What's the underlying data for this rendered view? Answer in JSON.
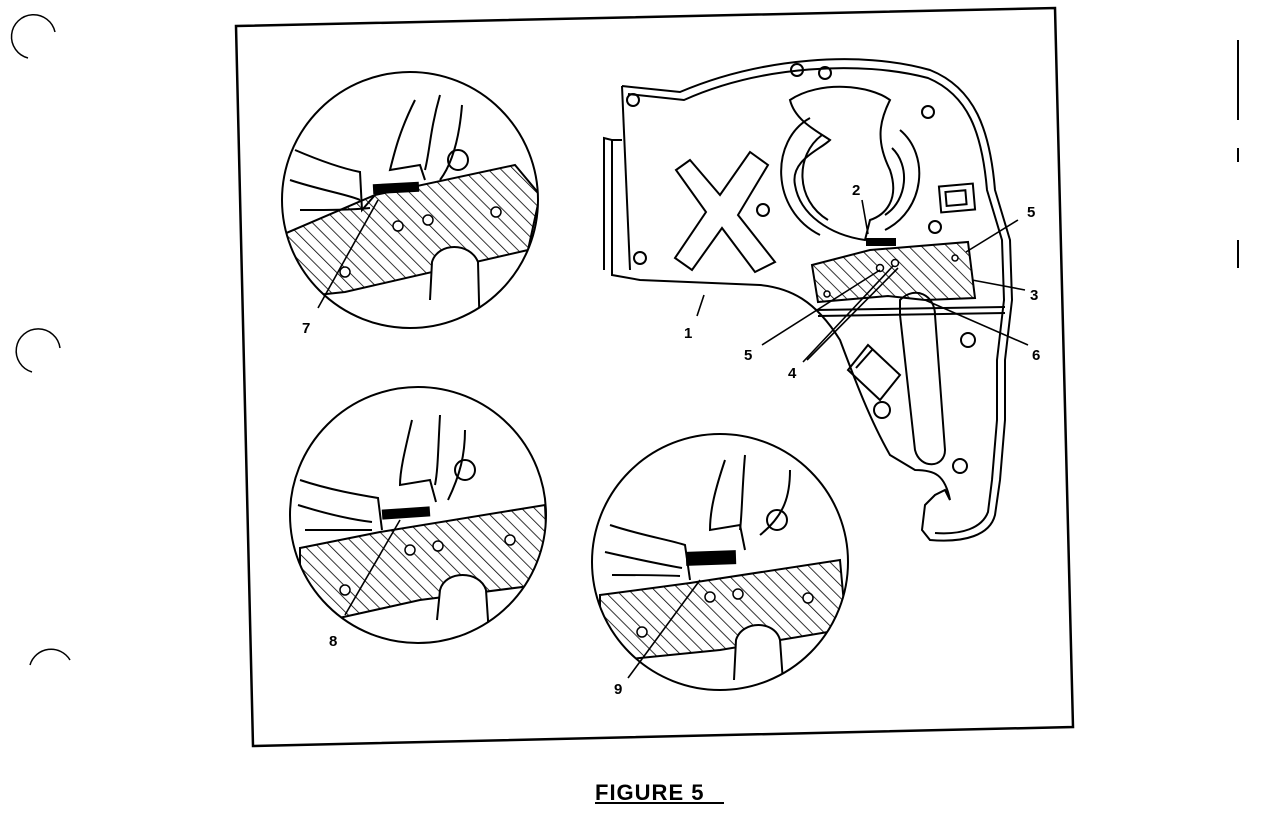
{
  "figure": {
    "caption": "FIGURE 5"
  },
  "callouts": {
    "main": [
      "1",
      "2",
      "3",
      "4",
      "5",
      "5",
      "6"
    ],
    "detail_7": "7",
    "detail_8": "8",
    "detail_9": "9"
  },
  "colors": {
    "ink": "#000000",
    "paper": "#ffffff"
  }
}
